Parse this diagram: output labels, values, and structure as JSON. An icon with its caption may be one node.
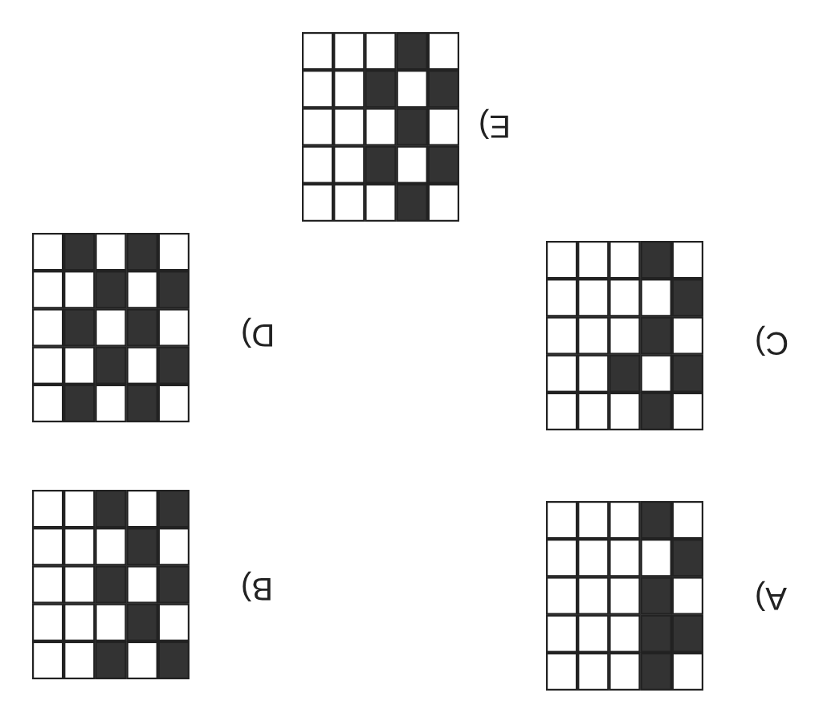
{
  "diagram": {
    "nodes": [
      {
        "text": [],
        "shape": "grid",
        "beside": [
          "E)"
        ]
      },
      {
        "text": [],
        "shape": "grid",
        "beside": [
          "D)"
        ]
      },
      {
        "text": [],
        "shape": "grid",
        "beside": [
          "C)"
        ]
      },
      {
        "text": [],
        "shape": "grid",
        "beside": [
          "B)"
        ]
      },
      {
        "text": [],
        "shape": "grid",
        "beside": [
          "A)"
        ]
      }
    ]
  }
}
